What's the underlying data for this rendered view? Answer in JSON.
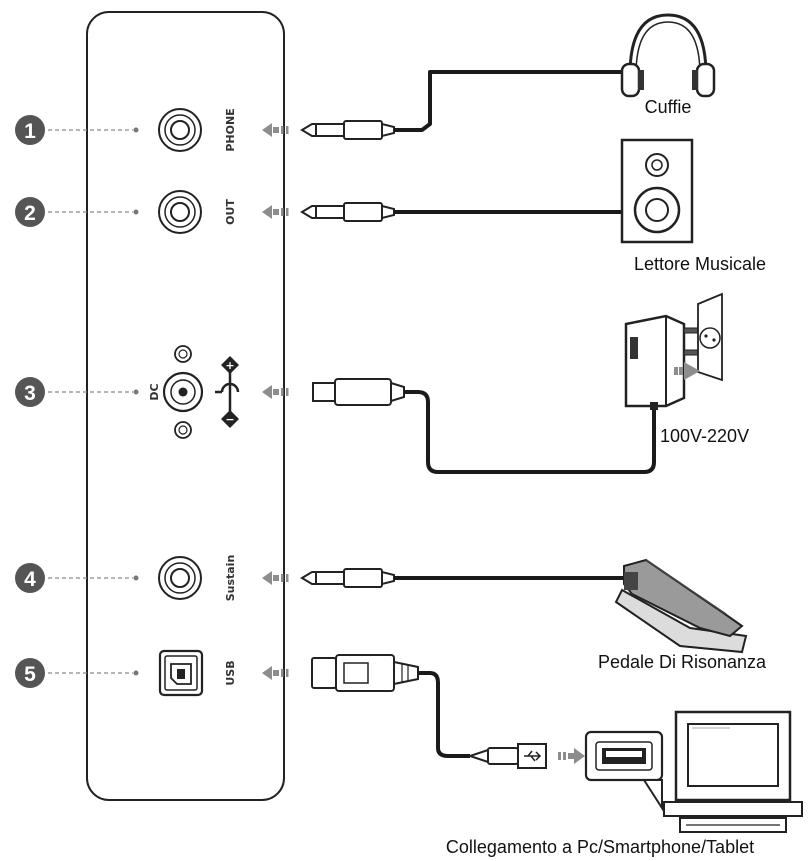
{
  "ports": [
    {
      "number": "1",
      "label": "PHONE"
    },
    {
      "number": "2",
      "label": "OUT"
    },
    {
      "number": "3",
      "label": "DC",
      "polarity_plus": "+",
      "polarity_minus": "−"
    },
    {
      "number": "4",
      "label": "Sustain"
    },
    {
      "number": "5",
      "label": "USB"
    }
  ],
  "devices": {
    "headphones": "Cuffie",
    "speaker": "Lettore Musicale",
    "adapter": "100V-220V",
    "pedal": "Pedale Di Risonanza",
    "computer": "Collegamento a Pc/Smartphone/Tablet"
  },
  "colors": {
    "panel_stroke": "#222222",
    "badge": "#555555",
    "arrow": "#8d8d8d",
    "cable": "#1a1a1a"
  }
}
